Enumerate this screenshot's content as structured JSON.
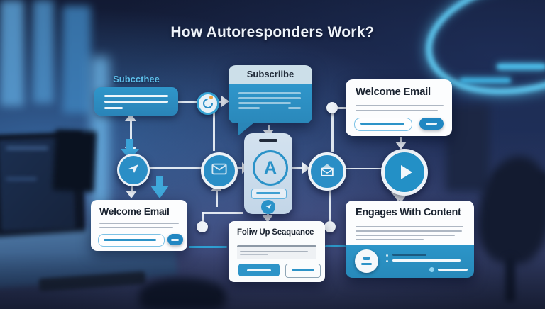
{
  "title": "How Autoresponders Work?",
  "colors": {
    "accent_blue": "#2a8ec6",
    "teal": "#3fa8da",
    "bubble_header": "#ccdfe9",
    "card_white": "#fcfdfe",
    "neon_cyan": "#54c8f2",
    "orange_dot": "#eda23e",
    "background_navy": "#1c2a4e"
  },
  "flow": {
    "subscriber": {
      "label": "Subccthee"
    },
    "subscribe_bubble": {
      "header": "Subscriibe"
    },
    "welcome_email_top": {
      "heading": "Welcome Email"
    },
    "phone": {
      "letter": "A"
    },
    "welcome_email_bottom": {
      "heading": "Welcome Email"
    },
    "follow_up": {
      "heading": "Foliw Up Seaquance"
    },
    "engages": {
      "heading": "Engages With Content"
    },
    "icons": {
      "loop": "refresh-icon",
      "send": "paper-plane-icon",
      "email": "envelope-icon",
      "email_open": "open-envelope-icon",
      "autoresponder_badge": "letter-a-badge",
      "video": "play-icon",
      "user": "avatar-icon"
    }
  }
}
